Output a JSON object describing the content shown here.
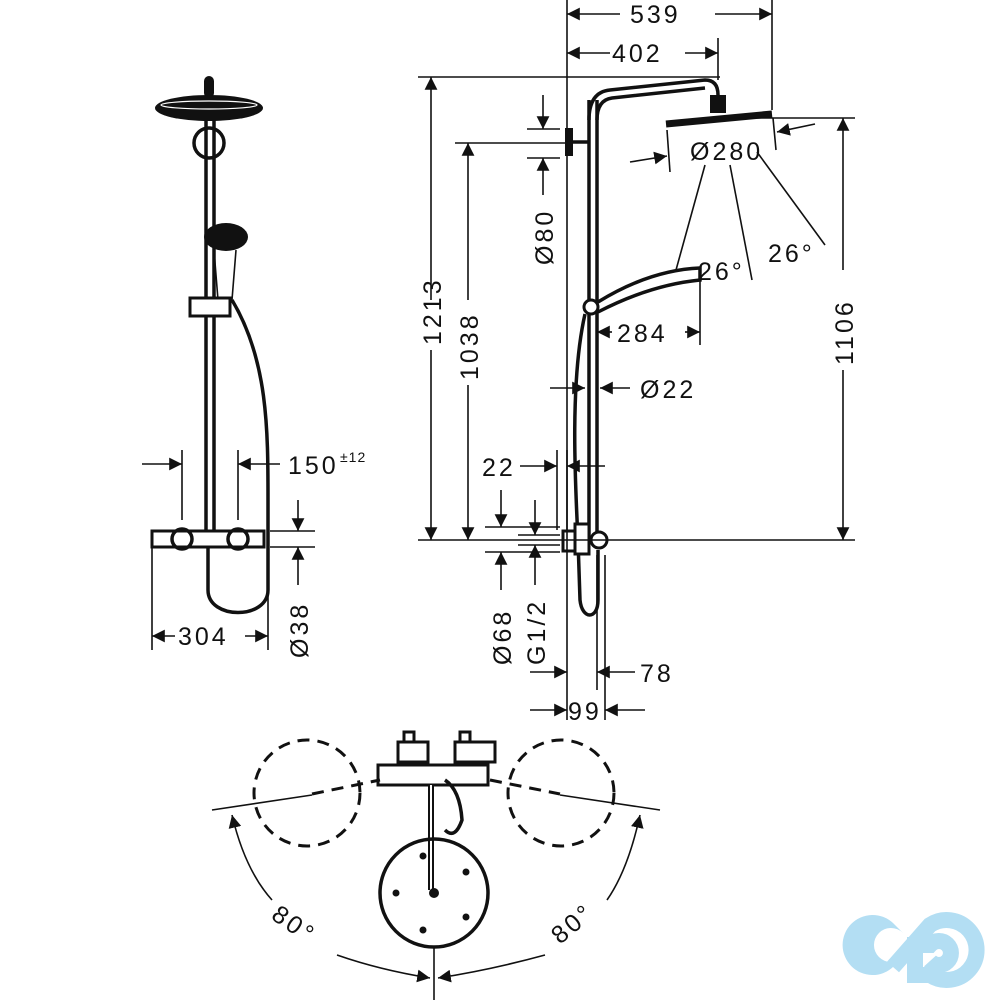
{
  "diagram": {
    "type": "technical-dimension-drawing",
    "subject": "shower system with thermostat, overhead shower and hand shower",
    "views": [
      "front-view",
      "side-view",
      "top-view"
    ]
  },
  "front_view": {
    "dim_width": "304",
    "dim_spacing": "150",
    "dim_spacing_tolerance": "±12",
    "dim_thermostat_diameter": "Ø38"
  },
  "side_view": {
    "dim_total_reach": "539",
    "dim_arm_reach": "402",
    "dim_overhead_diameter": "Ø280",
    "dim_angle_left": "26°",
    "dim_angle_right": "26°",
    "dim_total_height": "1213",
    "dim_holder_height": "1038",
    "dim_wall_holder_diameter": "Ø80",
    "dim_head_height": "1106",
    "dim_hand_shower_length": "284",
    "dim_rail_diameter": "Ø22",
    "dim_wall_gap": "22",
    "dim_mixer_diameter": "Ø68",
    "dim_connection": "G1/2",
    "dim_depth_a": "78",
    "dim_depth_b": "99"
  },
  "top_view": {
    "angle_left": "80°",
    "angle_right": "80°"
  },
  "watermark": {
    "name": "logo-watermark",
    "color": "#b3def3"
  }
}
